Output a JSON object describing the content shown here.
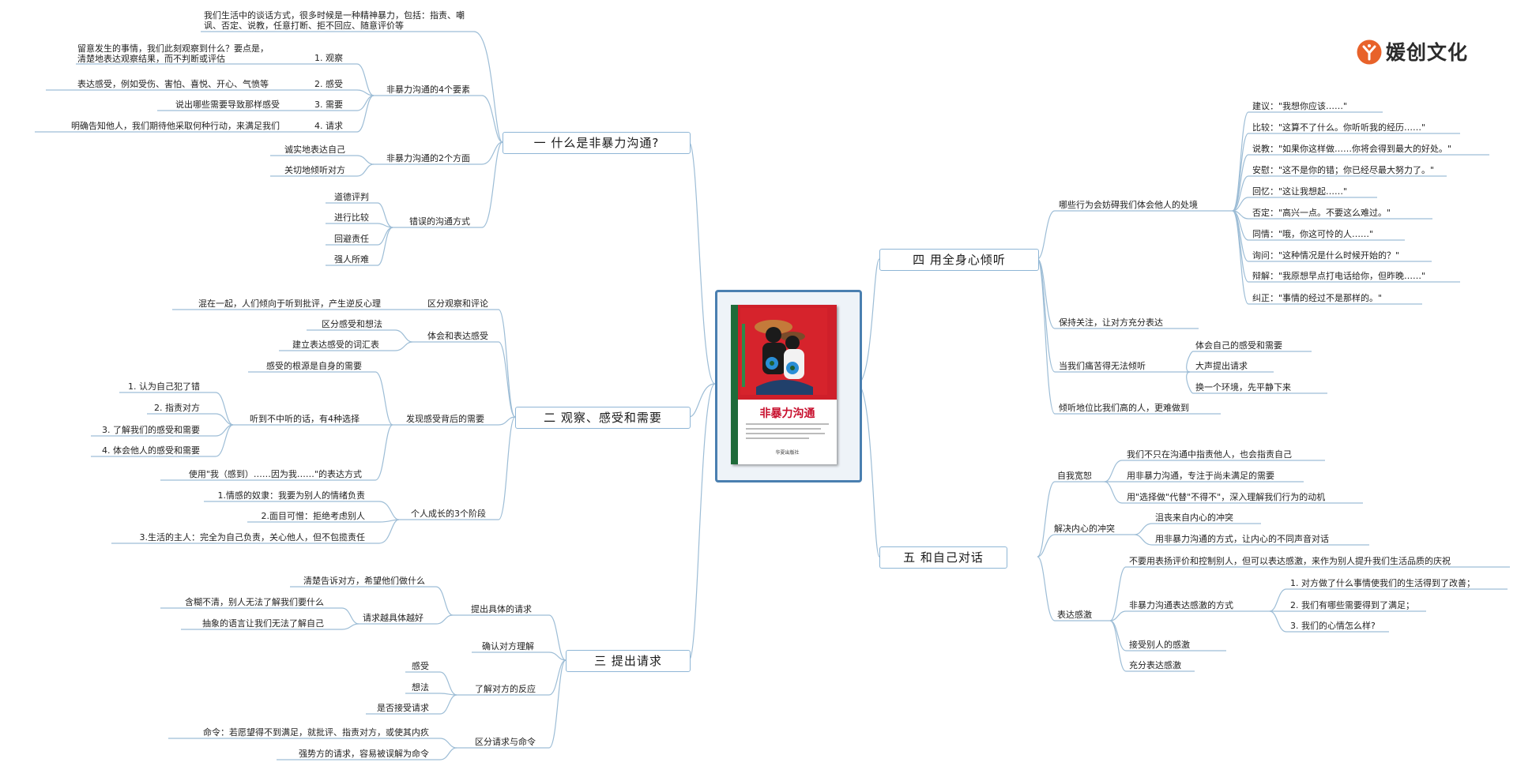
{
  "logo": {
    "text": "媛创文化",
    "icon": "logo-icon",
    "accent": "#e8622a"
  },
  "center": {
    "cover_title": "非暴力沟通",
    "cover_publisher": "华夏出版社"
  },
  "branches": {
    "b1": {
      "title": "一  什么是非暴力沟通?",
      "intro": "我们生活中的谈话方式，很多时候是一种精神暴力，包括：指责、嘲讽、否定、说教，任意打断、拒不回应、随意评价等",
      "elements": {
        "label": "非暴力沟通的4个要素",
        "items": [
          {
            "name": "1. 观察",
            "desc": "留意发生的事情，我们此刻观察到什么？要点是，清楚地表达观察结果，而不判断或评估"
          },
          {
            "name": "2. 感受",
            "desc": "表达感受，例如受伤、害怕、喜悦、开心、气愤等"
          },
          {
            "name": "3. 需要",
            "desc": "说出哪些需要导致那样感受"
          },
          {
            "name": "4. 请求",
            "desc": "明确告知他人，我们期待他采取何种行动，来满足我们"
          }
        ]
      },
      "aspects": {
        "label": "非暴力沟通的2个方面",
        "items": [
          "诚实地表达自己",
          "关切地倾听对方"
        ]
      },
      "wrong": {
        "label": "错误的沟通方式",
        "items": [
          "道德评判",
          "进行比较",
          "回避责任",
          "强人所难"
        ]
      }
    },
    "b2": {
      "title": "二  观察、感受和需要",
      "distinguish": {
        "label": "区分观察和评论",
        "desc": "混在一起，人们倾向于听到批评，产生逆反心理"
      },
      "feel": {
        "label": "体会和表达感受",
        "items": [
          "区分感受和想法",
          "建立表达感受的词汇表"
        ]
      },
      "needs": {
        "label": "发现感受背后的需要",
        "root": "感受的根源是自身的需要",
        "choices": {
          "label": "听到不中听的话，有4种选择",
          "items": [
            "1. 认为自己犯了错",
            "2. 指责对方",
            "3. 了解我们的感受和需要",
            "4. 体会他人的感受和需要"
          ]
        },
        "expr": "使用\"我（感到）……因为我……\"的表达方式"
      },
      "growth": {
        "label": "个人成长的3个阶段",
        "items": [
          "1.情感的奴隶：我要为别人的情绪负责",
          "2.面目可憎：拒绝考虑别人",
          "3.生活的主人：完全为自己负责，关心他人，但不包揽责任"
        ]
      }
    },
    "b3": {
      "title": "三  提出请求",
      "specific": {
        "label": "提出具体的请求",
        "tell": "清楚告诉对方，希望他们做什么",
        "vague": {
          "label": "请求越具体越好",
          "items": [
            "含糊不清，别人无法了解我们要什么",
            "抽象的语言让我们无法了解自己"
          ]
        }
      },
      "confirm": "确认对方理解",
      "reaction": {
        "label": "了解对方的反应",
        "items": [
          "感受",
          "想法",
          "是否接受请求"
        ]
      },
      "command": {
        "label": "区分请求与命令",
        "items": [
          "命令：若愿望得不到满足，就批评、指责对方，或使其内疚",
          "强势方的请求，容易被误解为命令"
        ]
      }
    },
    "b4": {
      "title": "四  用全身心倾听",
      "obstacles": {
        "label": "哪些行为会妨碍我们体会他人的处境",
        "items": [
          "建议：\"我想你应该……\"",
          "比较：\"这算不了什么。你听听我的经历……\"",
          "说教：\"如果你这样做……你将会得到最大的好处。\"",
          "安慰：\"这不是你的错；你已经尽最大努力了。\"",
          "回忆：\"这让我想起……\"",
          "否定：\"高兴一点。不要这么难过。\"",
          "同情：\"哦，你这可怜的人……\"",
          "询问：\"这种情况是什么时候开始的？\"",
          "辩解：\"我原想早点打电话给你，但昨晚……\"",
          "纠正：\"事情的经过不是那样的。\""
        ]
      },
      "focus": "保持关注，让对方充分表达",
      "pain": {
        "label": "当我们痛苦得无法倾听",
        "items": [
          "体会自己的感受和需要",
          "大声提出请求",
          "换一个环境，先平静下来"
        ]
      },
      "higher": "倾听地位比我们高的人，更难做到"
    },
    "b5": {
      "title": "五  和自己对话",
      "forgive": {
        "label": "自我宽恕",
        "items": [
          "我们不只在沟通中指责他人，也会指责自己",
          "用非暴力沟通，专注于尚未满足的需要",
          "用\"选择做\"代替\"不得不\"，深入理解我们行为的动机"
        ]
      },
      "conflict": {
        "label": "解决内心的冲突",
        "items": [
          "沮丧来自内心的冲突",
          "用非暴力沟通的方式，让内心的不同声音对话"
        ]
      },
      "gratitude": {
        "label": "表达感激",
        "first": "不要用表扬评价和控制别人，但可以表达感激，来作为别人提升我们生活品质的庆祝",
        "ways": {
          "label": "非暴力沟通表达感激的方式",
          "items": [
            "1. 对方做了什么事情使我们的生活得到了改善；",
            "2. 我们有哪些需要得到了满足；",
            "3. 我们的心情怎么样?"
          ]
        },
        "accept": "接受别人的感激",
        "full": "充分表达感激"
      }
    }
  }
}
